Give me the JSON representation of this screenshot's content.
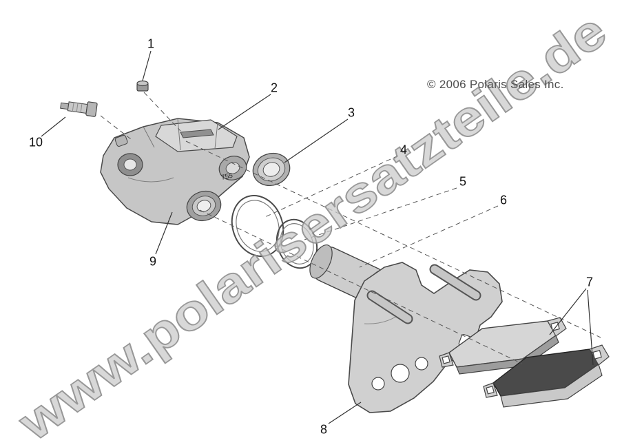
{
  "watermark": {
    "text": "www.polarisersatzteile.de",
    "color": "#c9c9c9"
  },
  "copyright": {
    "text": "© 2006 Polaris Sales Inc."
  },
  "caliper_marking": "755",
  "callouts": [
    {
      "label": "1"
    },
    {
      "label": "2"
    },
    {
      "label": "3"
    },
    {
      "label": "4"
    },
    {
      "label": "5"
    },
    {
      "label": "6"
    },
    {
      "label": "7"
    },
    {
      "label": "8"
    },
    {
      "label": "9"
    },
    {
      "label": "10"
    }
  ]
}
